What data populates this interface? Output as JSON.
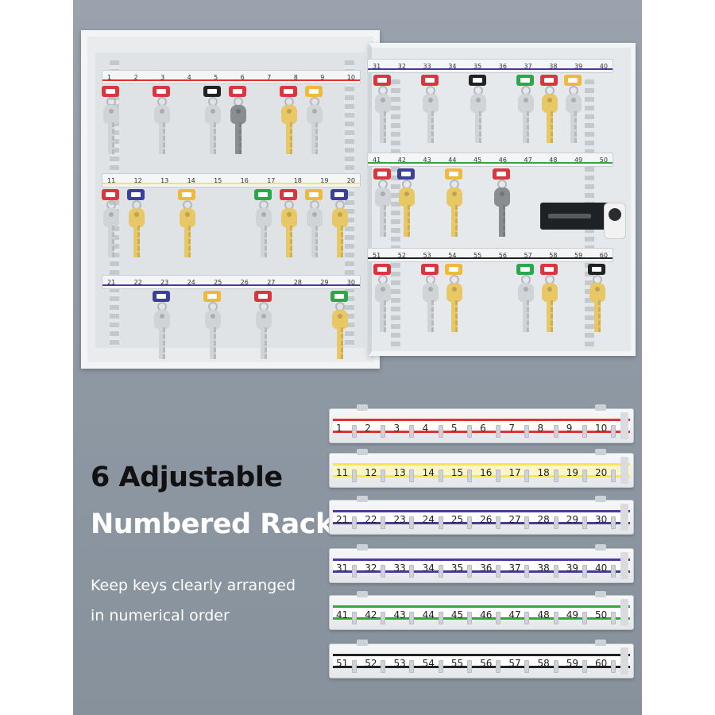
{
  "headline": {
    "line1": "6 Adjustable",
    "line2": "Numbered Racks"
  },
  "subcopy": {
    "line1": "Keep keys clearly arranged",
    "line2": "in numerical order"
  },
  "colors": {
    "background": "#8e98a3",
    "rack_1": "#e2312f",
    "rack_2": "#f4e65a",
    "rack_3": "#4b3a9c",
    "rack_4": "#4b3a9c",
    "rack_5": "#35a63c",
    "rack_6": "#222222"
  },
  "racks": [
    {
      "numbers": [
        "1",
        "2",
        "3",
        "4",
        "5",
        "6",
        "7",
        "8",
        "9",
        "10"
      ],
      "color": "#e2312f"
    },
    {
      "numbers": [
        "11",
        "12",
        "13",
        "14",
        "15",
        "16",
        "17",
        "18",
        "19",
        "20"
      ],
      "color": "#f4e65a"
    },
    {
      "numbers": [
        "21",
        "22",
        "23",
        "24",
        "25",
        "26",
        "27",
        "28",
        "29",
        "30"
      ],
      "color": "#4b3a9c"
    },
    {
      "numbers": [
        "31",
        "32",
        "33",
        "34",
        "35",
        "36",
        "37",
        "38",
        "39",
        "40"
      ],
      "color": "#4b3a9c"
    },
    {
      "numbers": [
        "41",
        "42",
        "43",
        "44",
        "45",
        "46",
        "47",
        "48",
        "49",
        "50"
      ],
      "color": "#35a63c"
    },
    {
      "numbers": [
        "51",
        "52",
        "53",
        "54",
        "55",
        "56",
        "57",
        "58",
        "59",
        "60"
      ],
      "color": "#222222"
    }
  ],
  "icons": {
    "lock": "keypad-lock-icon",
    "key": "key-icon",
    "tag": "key-tag-icon"
  }
}
